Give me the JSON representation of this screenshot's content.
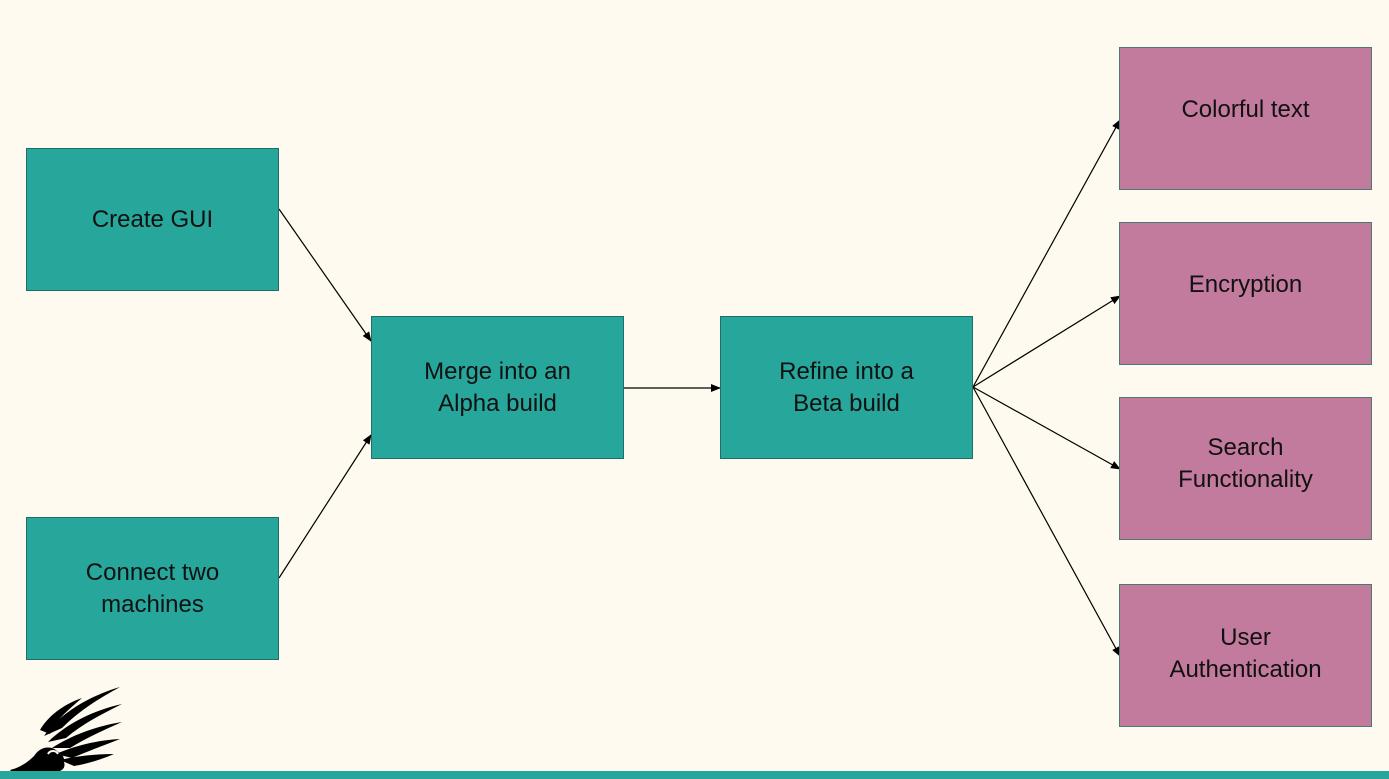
{
  "colors": {
    "background": "#fffaef",
    "teal": "#27a69c",
    "pink": "#c27a9d",
    "edge": "#000000",
    "bar": "#27a69c"
  },
  "logo": {
    "icon": "winged-shoe-icon"
  },
  "nodes": {
    "create_gui": {
      "label": "Create GUI"
    },
    "connect_machines": {
      "label": "Connect two\nmachines"
    },
    "alpha": {
      "label": "Merge into an\nAlpha build"
    },
    "beta": {
      "label": "Refine into a\nBeta build"
    },
    "colorful_text": {
      "label": "Colorful text"
    },
    "encryption": {
      "label": "Encryption"
    },
    "search": {
      "label": "Search\nFunctionality"
    },
    "user_auth": {
      "label": "User\nAuthentication"
    }
  },
  "edges": [
    {
      "from": "create_gui",
      "to": "alpha"
    },
    {
      "from": "connect_machines",
      "to": "alpha"
    },
    {
      "from": "alpha",
      "to": "beta"
    },
    {
      "from": "beta",
      "to": "colorful_text"
    },
    {
      "from": "beta",
      "to": "encryption"
    },
    {
      "from": "beta",
      "to": "search"
    },
    {
      "from": "beta",
      "to": "user_auth"
    }
  ]
}
